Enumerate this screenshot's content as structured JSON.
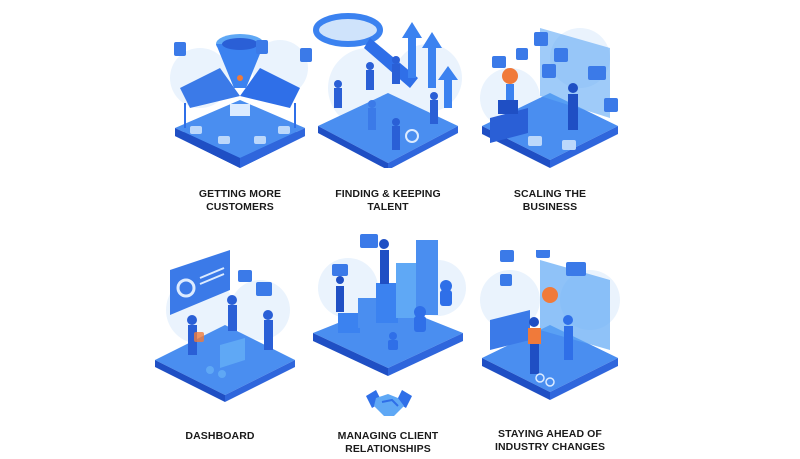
{
  "palette": {
    "background": "#ffffff",
    "primary_blue": "#2f6fe8",
    "light_blue": "#5fa8f5",
    "dark_blue": "#1f4fc4",
    "accent_orange": "#f07a3a",
    "caption_text": "#1a1a1a"
  },
  "tiles": [
    {
      "id": "getting-more-customers",
      "caption_line1": "GETTING MORE",
      "caption_line2": "CUSTOMERS",
      "illustration": "sales-funnel-market-stall-icon"
    },
    {
      "id": "finding-keeping-talent",
      "caption_line1": "FINDING & KEEPING",
      "caption_line2": "TALENT",
      "illustration": "magnifying-glass-people-growth-arrows-icon"
    },
    {
      "id": "scaling-the-business",
      "caption_line1": "SCALING THE",
      "caption_line2": "BUSINESS",
      "illustration": "person-with-floating-app-panels-icon"
    },
    {
      "id": "dashboard",
      "caption_line1": "DASHBOARD",
      "caption_line2": "",
      "illustration": "team-around-analytics-screen-icon"
    },
    {
      "id": "managing-client-relationships",
      "caption_line1": "MANAGING CLIENT",
      "caption_line2": "RELATIONSHIPS",
      "illustration": "bar-chart-steps-robots-icon",
      "extra_icon": "handshake-icon"
    },
    {
      "id": "staying-ahead-industry-changes",
      "caption_line1": "STAYING AHEAD OF",
      "caption_line2": "INDUSTRY CHANGES",
      "illustration": "two-people-at-holographic-screen-icon"
    }
  ]
}
